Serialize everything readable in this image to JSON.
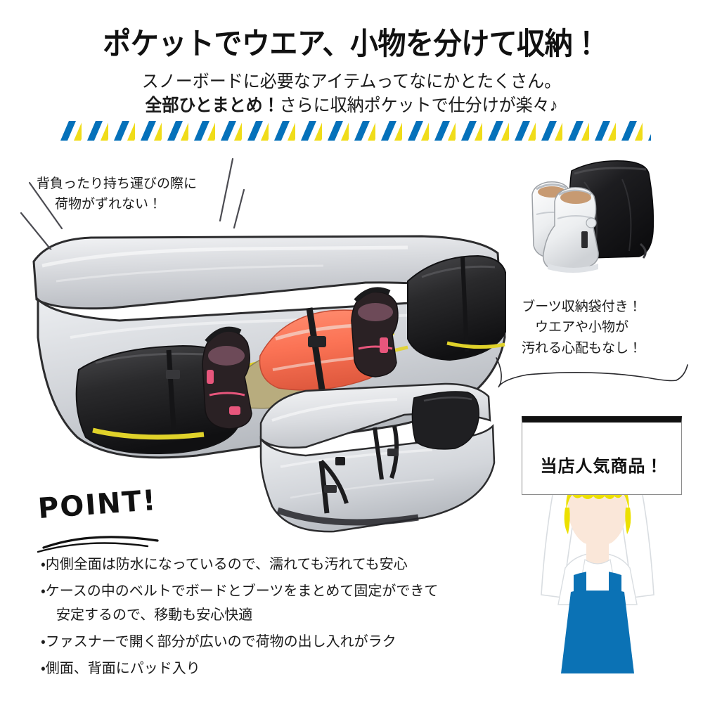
{
  "header": {
    "headline": "ポケットでウエア、小物を分けて収納！",
    "sub_line1": "スノーボードに必要なアイテムってなにかとたくさん。",
    "sub_line2_strong": "全部ひとまとめ！",
    "sub_line2_rest": "さらに収納ポケットで仕分けが楽々♪"
  },
  "divider": {
    "style": "diagonal-stripes",
    "color_blue": "#0571ba",
    "color_yellow": "#f0dc19"
  },
  "annotations": {
    "left": {
      "line1": "背負ったり持ち運びの際に",
      "line2": "荷物がずれない！"
    },
    "right": {
      "line1": "ブーツ収納袋付き！",
      "line2": "ウエアや小物が",
      "line3": "汚れる心配もなし！"
    }
  },
  "photos": {
    "main_case": "open-snowboard-case-packed",
    "second_case": "open-empty-snowboard-case",
    "boots": "white-snowboard-boots-with-black-drawstring-bag"
  },
  "point_section": {
    "heading": "POINT!",
    "items": [
      "・内側全面は防水になっているので、濡れても汚れても安心",
      "・ケースの中のベルトでボードとブーツをまとめて固定ができて",
      "安定するので、移動も安心快適",
      "・ファスナーで開く部分が広いので荷物の出し入れがラク",
      "・側面、背面にパッド入り"
    ]
  },
  "sign": {
    "text": "当店人気商品！"
  },
  "character": {
    "name": "shop-staff-holding-sign",
    "hair_color": "#ece000",
    "skin_color": "#fae7d9",
    "shirt_color": "#ffffff",
    "apron_color": "#0b72b5"
  }
}
